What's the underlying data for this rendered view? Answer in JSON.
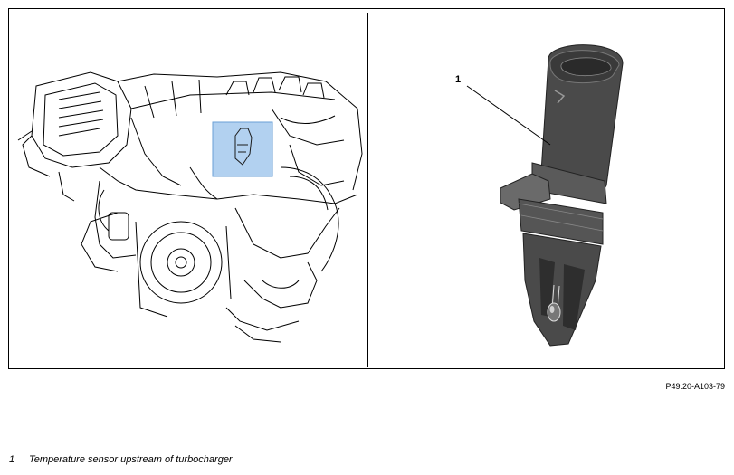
{
  "figure": {
    "reference_code": "P49.20-A103-79",
    "callout_number": "1"
  },
  "legend": {
    "items": [
      {
        "number": "1",
        "label": "Temperature sensor upstream of turbocharger"
      }
    ]
  },
  "colors": {
    "highlight": "#7fb2e6",
    "sensor_body": "#4a4a4a",
    "line": "#000000"
  }
}
